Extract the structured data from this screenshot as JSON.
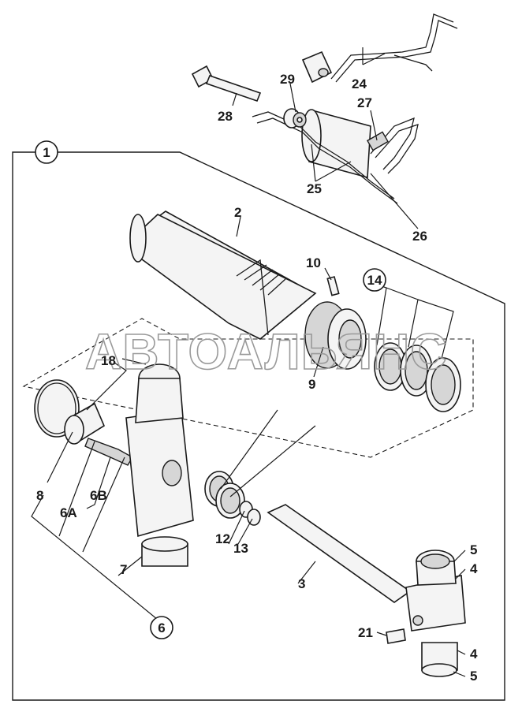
{
  "watermark": "АВТОАЛЬЯНС",
  "callouts": {
    "c1": "1",
    "c14": "14",
    "c6": "6"
  },
  "labels": {
    "l2": "2",
    "l3": "3",
    "l4a": "4",
    "l4b": "4",
    "l5a": "5",
    "l5b": "5",
    "l6a": "6A",
    "l6b": "6B",
    "l7": "7",
    "l8": "8",
    "l9": "9",
    "l10": "10",
    "l12": "12",
    "l13": "13",
    "l18": "18",
    "l21": "21",
    "l24": "24",
    "l25": "25",
    "l26": "26",
    "l27": "27",
    "l28": "28",
    "l29": "29"
  }
}
